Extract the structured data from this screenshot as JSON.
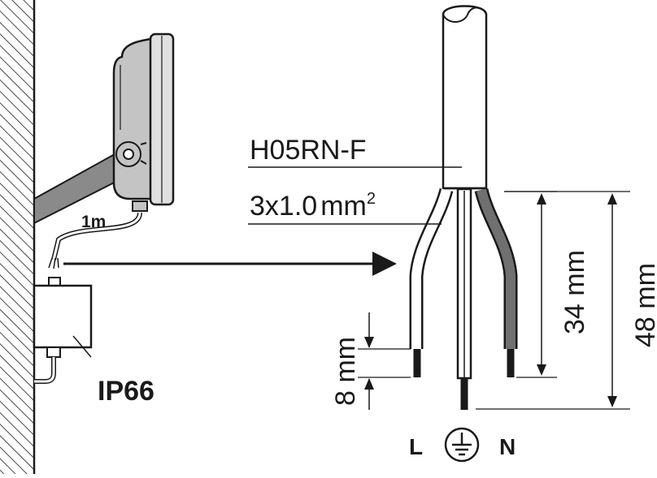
{
  "cable": {
    "type": "H05RN-F",
    "section_main": "3x1.0",
    "section_unit": "mm",
    "section_sup": "2"
  },
  "mounting": {
    "cable_length": "1m",
    "junction_box_rating": "IP66"
  },
  "dimensions": {
    "strip_length": "34 mm",
    "total_length": "48 mm",
    "end_strip": "8 mm"
  },
  "terminals": {
    "live": "L",
    "neutral": "N",
    "earth_icon": "earth-ground-icon"
  },
  "colors": {
    "ink": "#1a1a1a",
    "fixture_grey": "#c4c4c4",
    "arm_grey": "#8a8a8a",
    "neutral_wire": "#707070"
  }
}
